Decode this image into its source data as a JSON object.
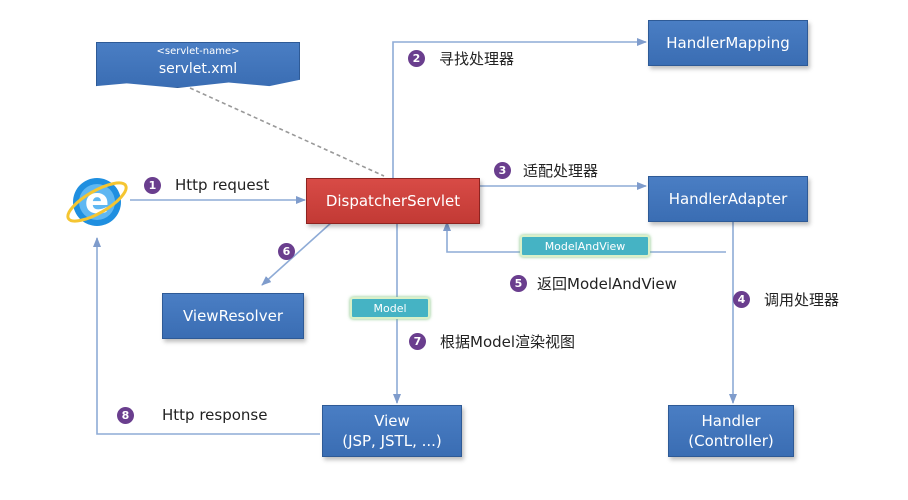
{
  "nodes": {
    "servlet_xml": {
      "line1": "<servlet-name>",
      "line2": "servlet.xml"
    },
    "dispatcher": "DispatcherServlet",
    "handler_mapping": "HandlerMapping",
    "handler_adapter": "HandlerAdapter",
    "handler": {
      "line1": "Handler",
      "line2": "(Controller)"
    },
    "view_resolver": "ViewResolver",
    "view": {
      "line1": "View",
      "line2": "(JSP, JSTL, ...)"
    }
  },
  "tags": {
    "model_and_view": "ModelAndView",
    "model": "Model"
  },
  "steps": [
    {
      "num": "1",
      "label": "Http request"
    },
    {
      "num": "2",
      "label": "寻找处理器"
    },
    {
      "num": "3",
      "label": "适配处理器"
    },
    {
      "num": "4",
      "label": "调用处理器"
    },
    {
      "num": "5",
      "label": "返回ModelAndView"
    },
    {
      "num": "6",
      "label": ""
    },
    {
      "num": "7",
      "label": "根据Model渲染视图"
    },
    {
      "num": "8",
      "label": "Http response"
    }
  ],
  "icons": {
    "browser": "internet-explorer-icon"
  },
  "colors": {
    "node": "#3f74bb",
    "dispatcher": "#c9403b",
    "step_badge": "#6a3e8e",
    "arrow": "#7f9ccc",
    "tag": "#45b3c4"
  }
}
